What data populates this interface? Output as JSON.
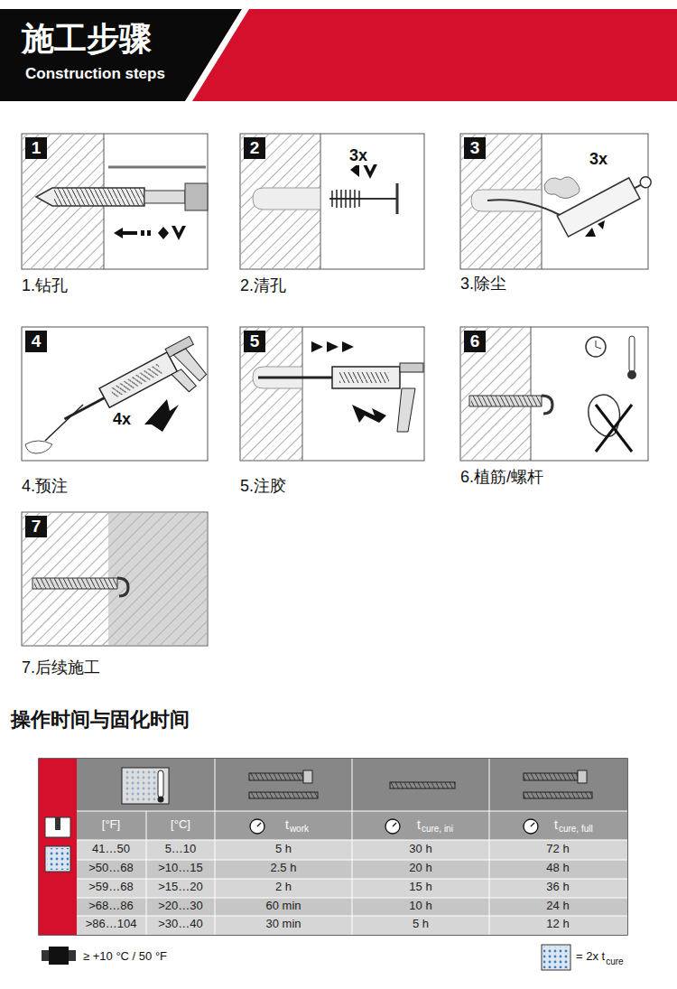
{
  "diagram": {
    "title": "施工步骤",
    "nodes": [
      {
        "text": [
          "1",
          "1.钻孔"
        ]
      },
      {
        "text": [
          "2",
          "3x",
          "2.清孔"
        ]
      },
      {
        "text": [
          "3",
          "3x",
          "3.除尘"
        ]
      },
      {
        "text": [
          "4",
          "4x",
          "4.预注"
        ]
      },
      {
        "text": [
          "5",
          "5.注胶"
        ]
      },
      {
        "text": [
          "6",
          "6.植筋/螺杆"
        ]
      },
      {
        "text": [
          "7",
          "7.后续施工"
        ]
      }
    ],
    "labels": [
      "Construction steps",
      "操作时间与固化时间",
      "[°F]",
      "[°C]",
      "t",
      "work",
      "t",
      "cure, ini",
      "t",
      "cure, full",
      "41…50",
      "5…10",
      "5 h",
      "30 h",
      "72 h",
      ">50…68",
      ">10…15",
      "2.5 h",
      "20 h",
      "48 h",
      ">59…68",
      ">15…20",
      "2 h",
      "15 h",
      "36 h",
      ">68…86",
      ">20…30",
      "60 min",
      "10 h",
      "24 h",
      ">86…104",
      ">30…40",
      "30 min",
      "5 h",
      "12 h",
      "≥ +10 °C / 50 °F",
      "= 2x t",
      "cure"
    ]
  }
}
